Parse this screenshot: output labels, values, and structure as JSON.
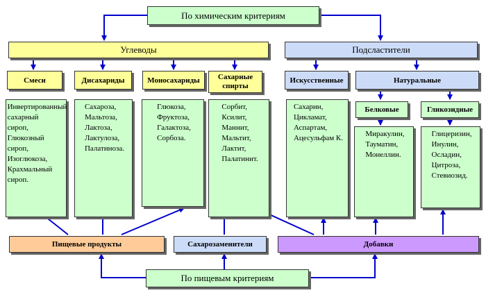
{
  "top": {
    "label": "По химическим критериям"
  },
  "bottom": {
    "label": "По пищевым критериям"
  },
  "carbs": {
    "label": "Углеводы",
    "groups": [
      {
        "label": "Смеси",
        "items": [
          "Инвертированный сахарный",
          "сироп,",
          "Глюкозный",
          "сироп,",
          "Изоглюкоза,",
          "Крахмальный",
          "сироп."
        ]
      },
      {
        "label": "Дисахариды",
        "items": [
          "Сахароза,",
          "Мальтоза,",
          "Лактоза,",
          "Лактулоза,",
          "Палатиноза."
        ]
      },
      {
        "label": "Моносахариды",
        "items": [
          "Глюкоза,",
          "Фруктоза,",
          "Галактоза,",
          "Сорбоза."
        ]
      },
      {
        "label": "Сахарные спирты",
        "items": [
          "Сорбит,",
          "Ксилит,",
          "Маннит,",
          "Мальтит,",
          "Лактит,",
          "Палатинит."
        ]
      }
    ]
  },
  "sweeteners": {
    "label": "Подсластители",
    "artificial": {
      "label": "Искусственные",
      "items": [
        "Сахарин,",
        "Цикламат,",
        "Аспартам,",
        "Ацесульфам К."
      ]
    },
    "natural": {
      "label": "Натуральные",
      "protein": {
        "label": "Белковые",
        "items": [
          "Миракулин,",
          "Тауматин,",
          "Монеллин."
        ]
      },
      "glycoside": {
        "label": "Гликозидные",
        "items": [
          "Глицеризин,",
          "Инулин,",
          "Осладин,",
          "Цитроза,",
          "Стевиозид."
        ]
      }
    }
  },
  "categories": {
    "food": "Пищевые продукты",
    "substitutes": "Сахарозаменители",
    "additives": "Добавки"
  },
  "colors": {
    "green": "#ccffcc",
    "yellow": "#ffff99",
    "blue": "#ccdcf8",
    "orange": "#ffcc99",
    "violet": "#cc99ff",
    "arrow": "#0000cc"
  }
}
